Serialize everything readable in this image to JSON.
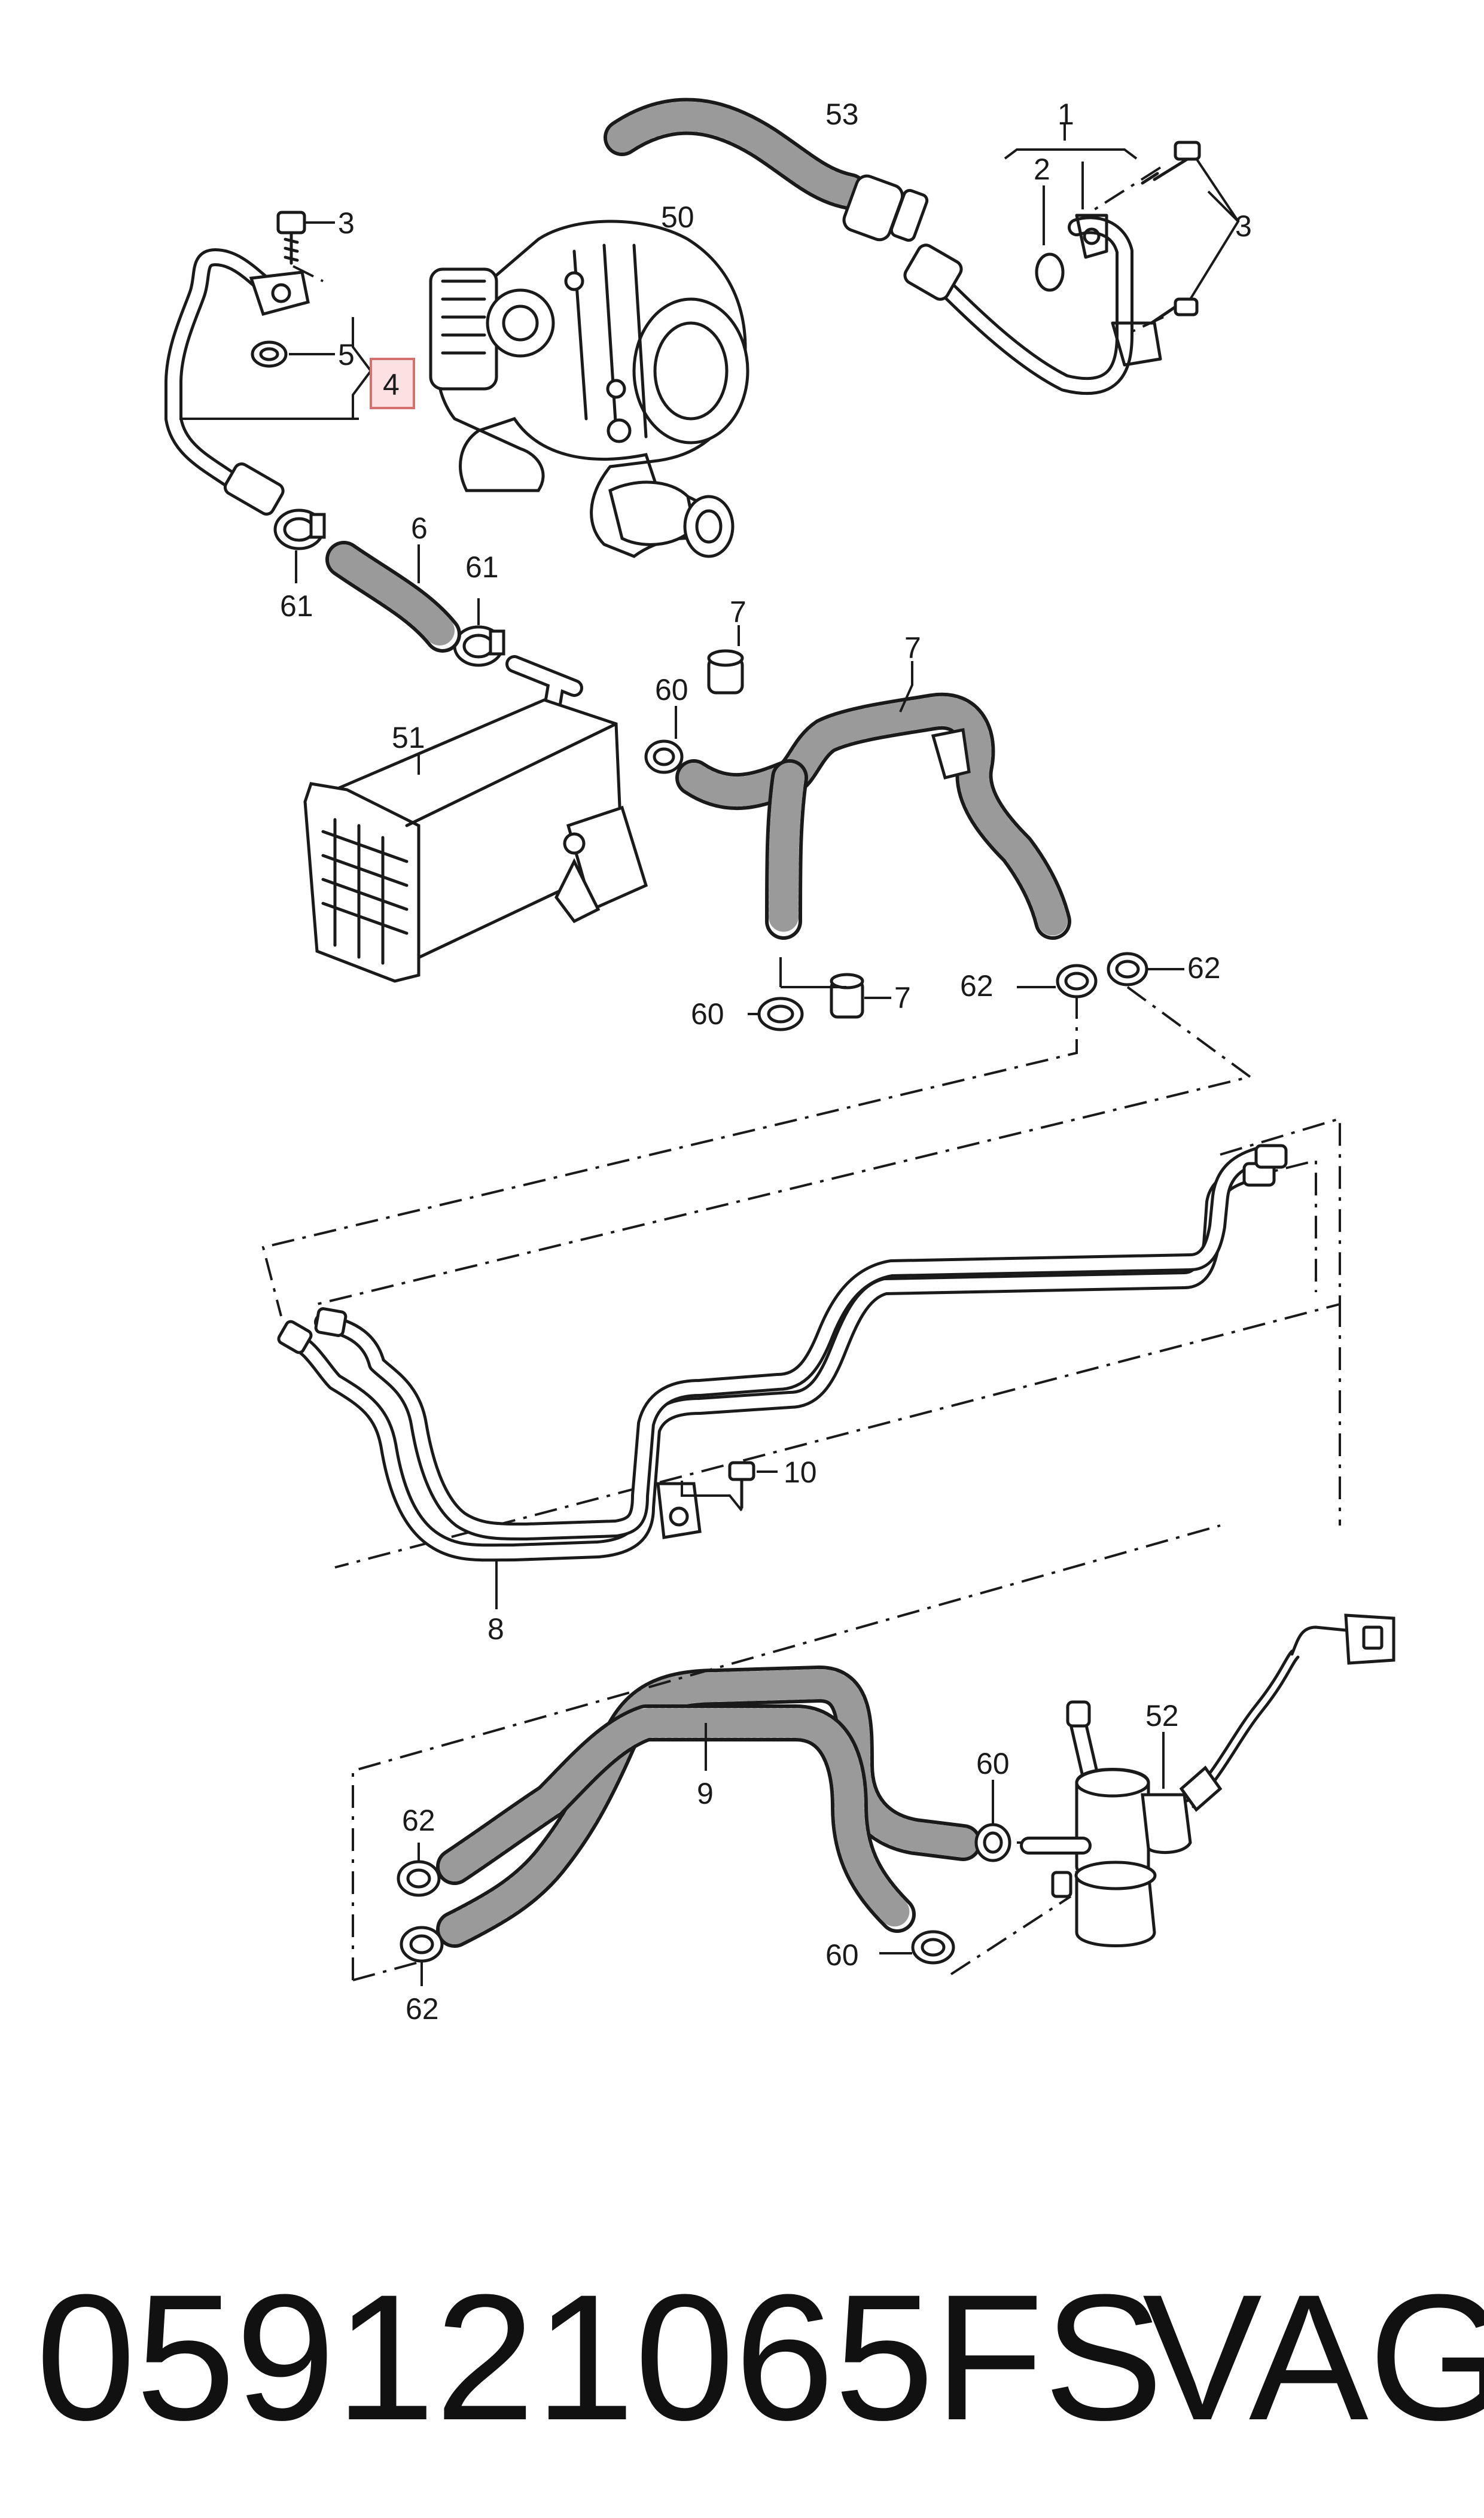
{
  "diagram": {
    "labels": {
      "l53": "53",
      "l1": "1",
      "l2": "2",
      "l3a": "3",
      "l3b": "3",
      "l50": "50",
      "l5": "5",
      "l4": "4",
      "l6": "6",
      "l61a": "61",
      "l61b": "61",
      "l7a": "7",
      "l7b": "7",
      "l7c": "7",
      "l60a": "60",
      "l60b": "60",
      "l51": "51",
      "l62a": "62",
      "l62b": "62",
      "l10": "10",
      "l8": "8",
      "l9": "9",
      "l52": "52",
      "l60c": "60",
      "l60d": "60",
      "l62c": "62",
      "l62d": "62"
    },
    "highlighted_part": "4",
    "highlight_color": "#fbe1e1"
  },
  "footer": {
    "part_number": "059121065FS",
    "brand": "VAG"
  }
}
